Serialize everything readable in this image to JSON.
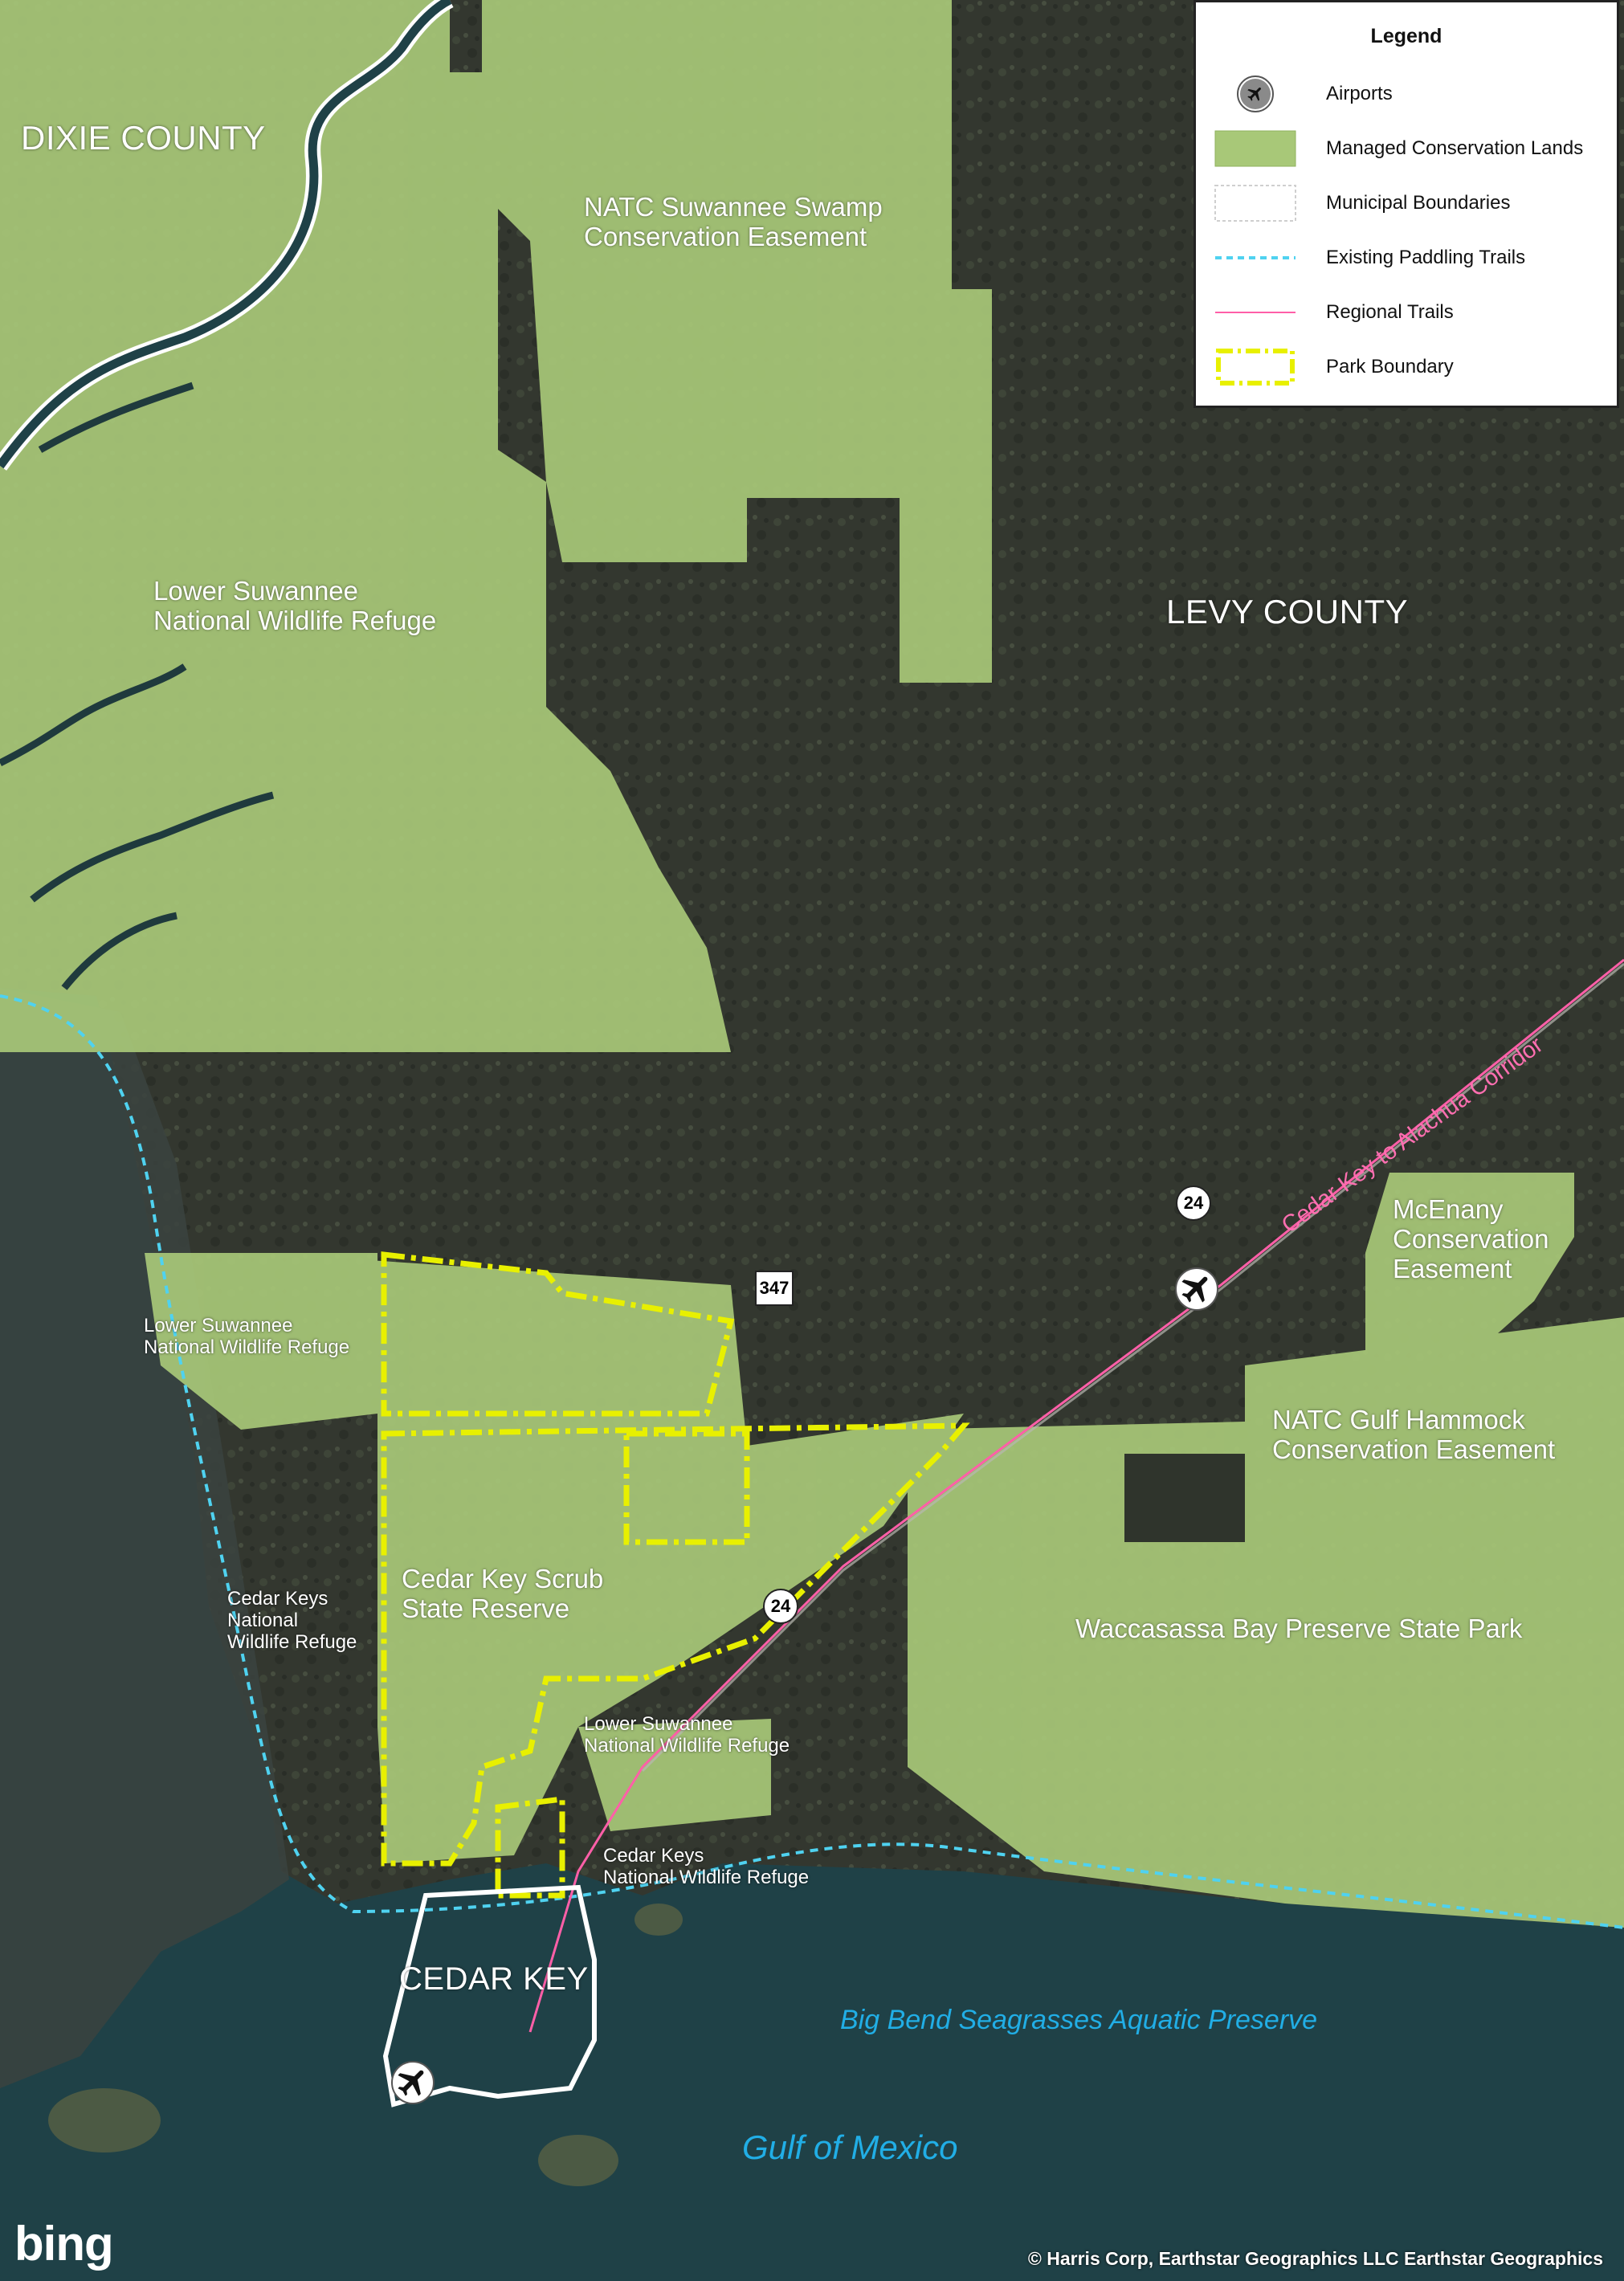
{
  "legend": {
    "title": "Legend",
    "items": [
      {
        "label": "Airports",
        "icon": "airplane-icon"
      },
      {
        "label": "Managed Conservation Lands",
        "color": "#a8c878"
      },
      {
        "label": "Municipal Boundaries"
      },
      {
        "label": "Existing Paddling Trails",
        "color": "#4fd2f0"
      },
      {
        "label": "Regional Trails",
        "color": "#ff5fa8"
      },
      {
        "label": "Park Boundary",
        "color": "#e8f000"
      }
    ]
  },
  "labels": {
    "dixie_county": "DIXIE COUNTY",
    "levy_county": "LEVY COUNTY",
    "natc_suwannee": "NATC Suwannee Swamp\nConservation Easement",
    "lower_suwannee_north": "Lower Suwannee\nNational Wildlife Refuge",
    "lower_suwannee_west": "Lower Suwannee\nNational Wildlife Refuge",
    "lower_suwannee_south": "Lower Suwannee\nNational Wildlife Refuge",
    "cedar_keys_nwr_west": "Cedar Keys\nNational\nWildlife Refuge",
    "cedar_keys_nwr_south": "Cedar Keys\nNational Wildlife Refuge",
    "cedar_key_scrub": "Cedar Key Scrub\nState Reserve",
    "mcenany": "McEnany\nConservation\nEasement",
    "natc_gulf_hammock": "NATC Gulf Hammock\nConservation Easement",
    "waccasassa": "Waccasassa Bay Preserve State Park",
    "cedar_key_city": "CEDAR KEY",
    "big_bend": "Big Bend Seagrasses Aquatic Preserve",
    "gulf": "Gulf of Mexico",
    "trail_name": "Cedar Key to Alachua Corridor"
  },
  "shields": {
    "sr24_north": "24",
    "sr24_south": "24",
    "cr347": "347"
  },
  "credits": {
    "attribution": "© Harris Corp, Earthstar Geographics LLC Earthstar Geographics",
    "provider": "bing"
  },
  "colors": {
    "conservation": "#a8c878",
    "park_boundary": "#e8f000",
    "paddling": "#4fd2f0",
    "regional_trail": "#ff5fa8",
    "municipal": "#ffffff",
    "water_label": "#21aee6"
  }
}
